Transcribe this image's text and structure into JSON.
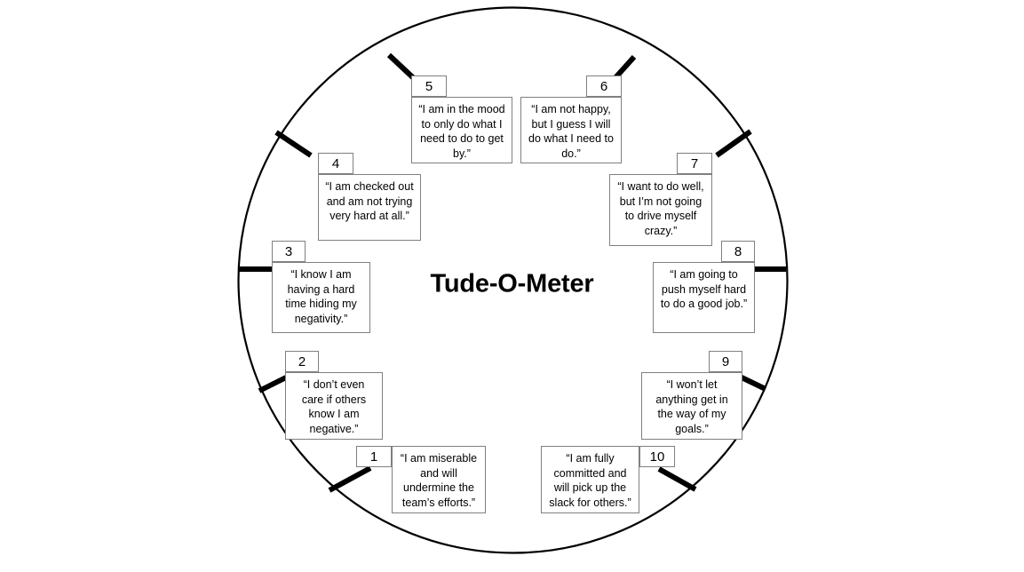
{
  "title": "Tude-O-Meter",
  "dial": {
    "circle_color": "#000000",
    "tick_color": "#000000",
    "box_border_color": "#808080",
    "background": "#ffffff"
  },
  "items": [
    {
      "number": "1",
      "text": "“I am miserable and will undermine the team’s efforts.”",
      "tab_position": "left"
    },
    {
      "number": "2",
      "text": "“I don’t even care if others know I am negative.”",
      "tab_position": "top-left"
    },
    {
      "number": "3",
      "text": "“I know I am having a hard time hiding my negativity.”",
      "tab_position": "top-left"
    },
    {
      "number": "4",
      "text": "“I am checked out and am not trying very hard at all.”",
      "tab_position": "top-left"
    },
    {
      "number": "5",
      "text": "“I am in the mood to only do what I need to do to get by.”",
      "tab_position": "top-left"
    },
    {
      "number": "6",
      "text": "“I am not happy, but I guess I will do what I need to do.”",
      "tab_position": "top-right"
    },
    {
      "number": "7",
      "text": "“I want to do well, but I’m not going to drive myself crazy.”",
      "tab_position": "top-right"
    },
    {
      "number": "8",
      "text": "“I am going to push myself hard to do a good job.”",
      "tab_position": "top-right"
    },
    {
      "number": "9",
      "text": "“I won’t let anything get in the way of my goals.”",
      "tab_position": "top-right"
    },
    {
      "number": "10",
      "text": "“I am fully committed and will pick up the slack for others.”",
      "tab_position": "right"
    }
  ]
}
